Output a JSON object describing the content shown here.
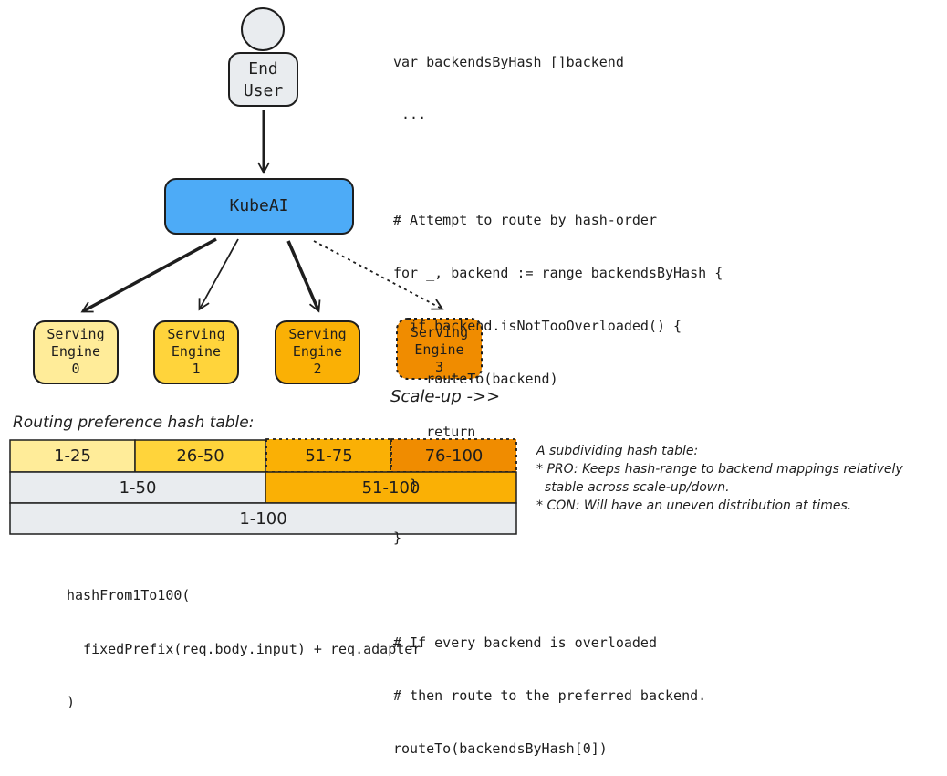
{
  "end_user": {
    "line1": "End",
    "line2": "User"
  },
  "router": {
    "label": "KubeAI"
  },
  "engines": [
    {
      "line1": "Serving",
      "line2": "Engine",
      "line3": "0",
      "fill": "#ffec99"
    },
    {
      "line1": "Serving",
      "line2": "Engine",
      "line3": "1",
      "fill": "#ffd43b"
    },
    {
      "line1": "Serving",
      "line2": "Engine",
      "line3": "2",
      "fill": "#fab005"
    },
    {
      "line1": "Serving",
      "line2": "Engine",
      "line3": "3",
      "fill": "#f08c00"
    }
  ],
  "scale_up_label": "Scale-up ->>",
  "code_lines": [
    "var backendsByHash []backend",
    " ...",
    "",
    "# Attempt to route by hash-order",
    "for _, backend := range backendsByHash {",
    "  if backend.isNotTooOverloaded() {",
    "    routeTo(backend)",
    "    return",
    "  }",
    "}",
    "",
    "# If every backend is overloaded",
    "# then route to the preferred backend.",
    "routeTo(backendsByHash[0])"
  ],
  "hash_table": {
    "title": "Routing preference hash table:",
    "level3": [
      "1-25",
      "26-50",
      "51-75",
      "76-100"
    ],
    "level2": [
      "1-50",
      "51-100"
    ],
    "level1": [
      "1-100"
    ]
  },
  "notes": {
    "title": "A subdividing hash table:",
    "pro_line1": "* PRO: Keeps hash-range to backend mappings relatively",
    "pro_line2": "  stable across scale-up/down.",
    "con_line": "* CON: Will have an uneven distribution at times."
  },
  "hash_code_lines": [
    "hashFrom1To100(",
    "  fixedPrefix(req.body.input) + req.adapter",
    ")"
  ],
  "colors": {
    "stroke": "#1e1e1e",
    "end_user_fill": "#e9ecef",
    "router_fill": "#4dabf7",
    "gray_fill": "#e9ecef",
    "pale_yellow": "#ffec99",
    "yellow": "#ffd43b",
    "orange": "#fab005",
    "dark_orange": "#f08c00"
  }
}
